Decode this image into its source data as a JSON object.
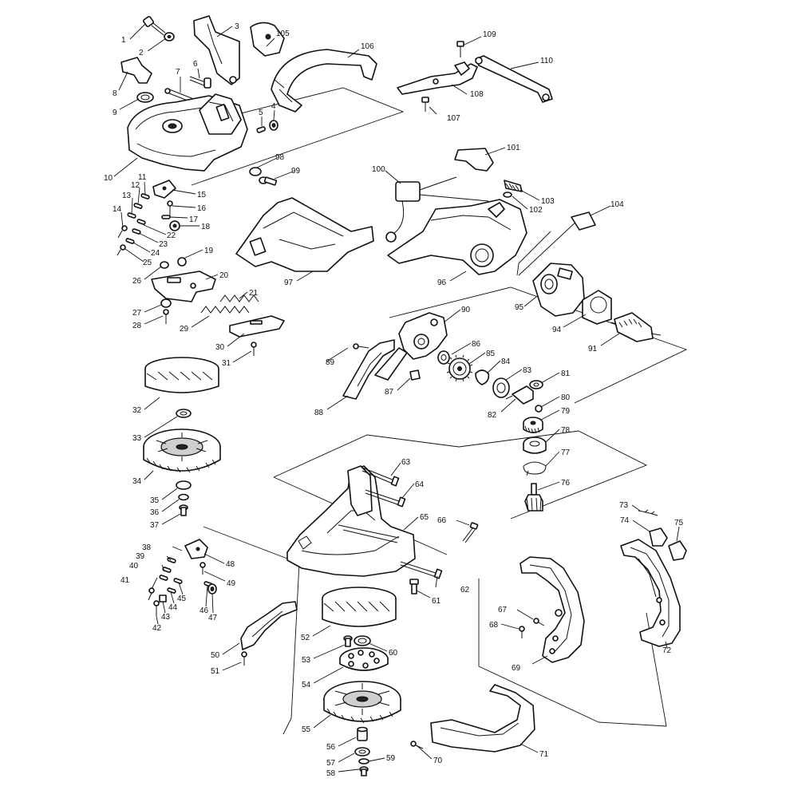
{
  "callouts": [
    "1",
    "2",
    "3",
    "4",
    "5",
    "6",
    "7",
    "8",
    "9",
    "10",
    "11",
    "12",
    "13",
    "14",
    "15",
    "16",
    "17",
    "18",
    "19",
    "20",
    "21",
    "22",
    "23",
    "24",
    "25",
    "26",
    "27",
    "28",
    "29",
    "30",
    "31",
    "32",
    "33",
    "34",
    "35",
    "36",
    "37",
    "38",
    "39",
    "40",
    "41",
    "42",
    "43",
    "44",
    "45",
    "46",
    "47",
    "48",
    "49",
    "50",
    "51",
    "52",
    "53",
    "54",
    "55",
    "56",
    "57",
    "58",
    "59",
    "60",
    "61",
    "62",
    "63",
    "64",
    "65",
    "66",
    "67",
    "68",
    "69",
    "70",
    "71",
    "72",
    "73",
    "74",
    "75",
    "76",
    "77",
    "78",
    "79",
    "80",
    "81",
    "82",
    "83",
    "84",
    "85",
    "86",
    "87",
    "88",
    "89",
    "90",
    "91",
    "94",
    "95",
    "96",
    "97",
    "98",
    "99",
    "100",
    "101",
    "102",
    "103",
    "104",
    "105",
    "106",
    "107",
    "108",
    "109",
    "110"
  ]
}
